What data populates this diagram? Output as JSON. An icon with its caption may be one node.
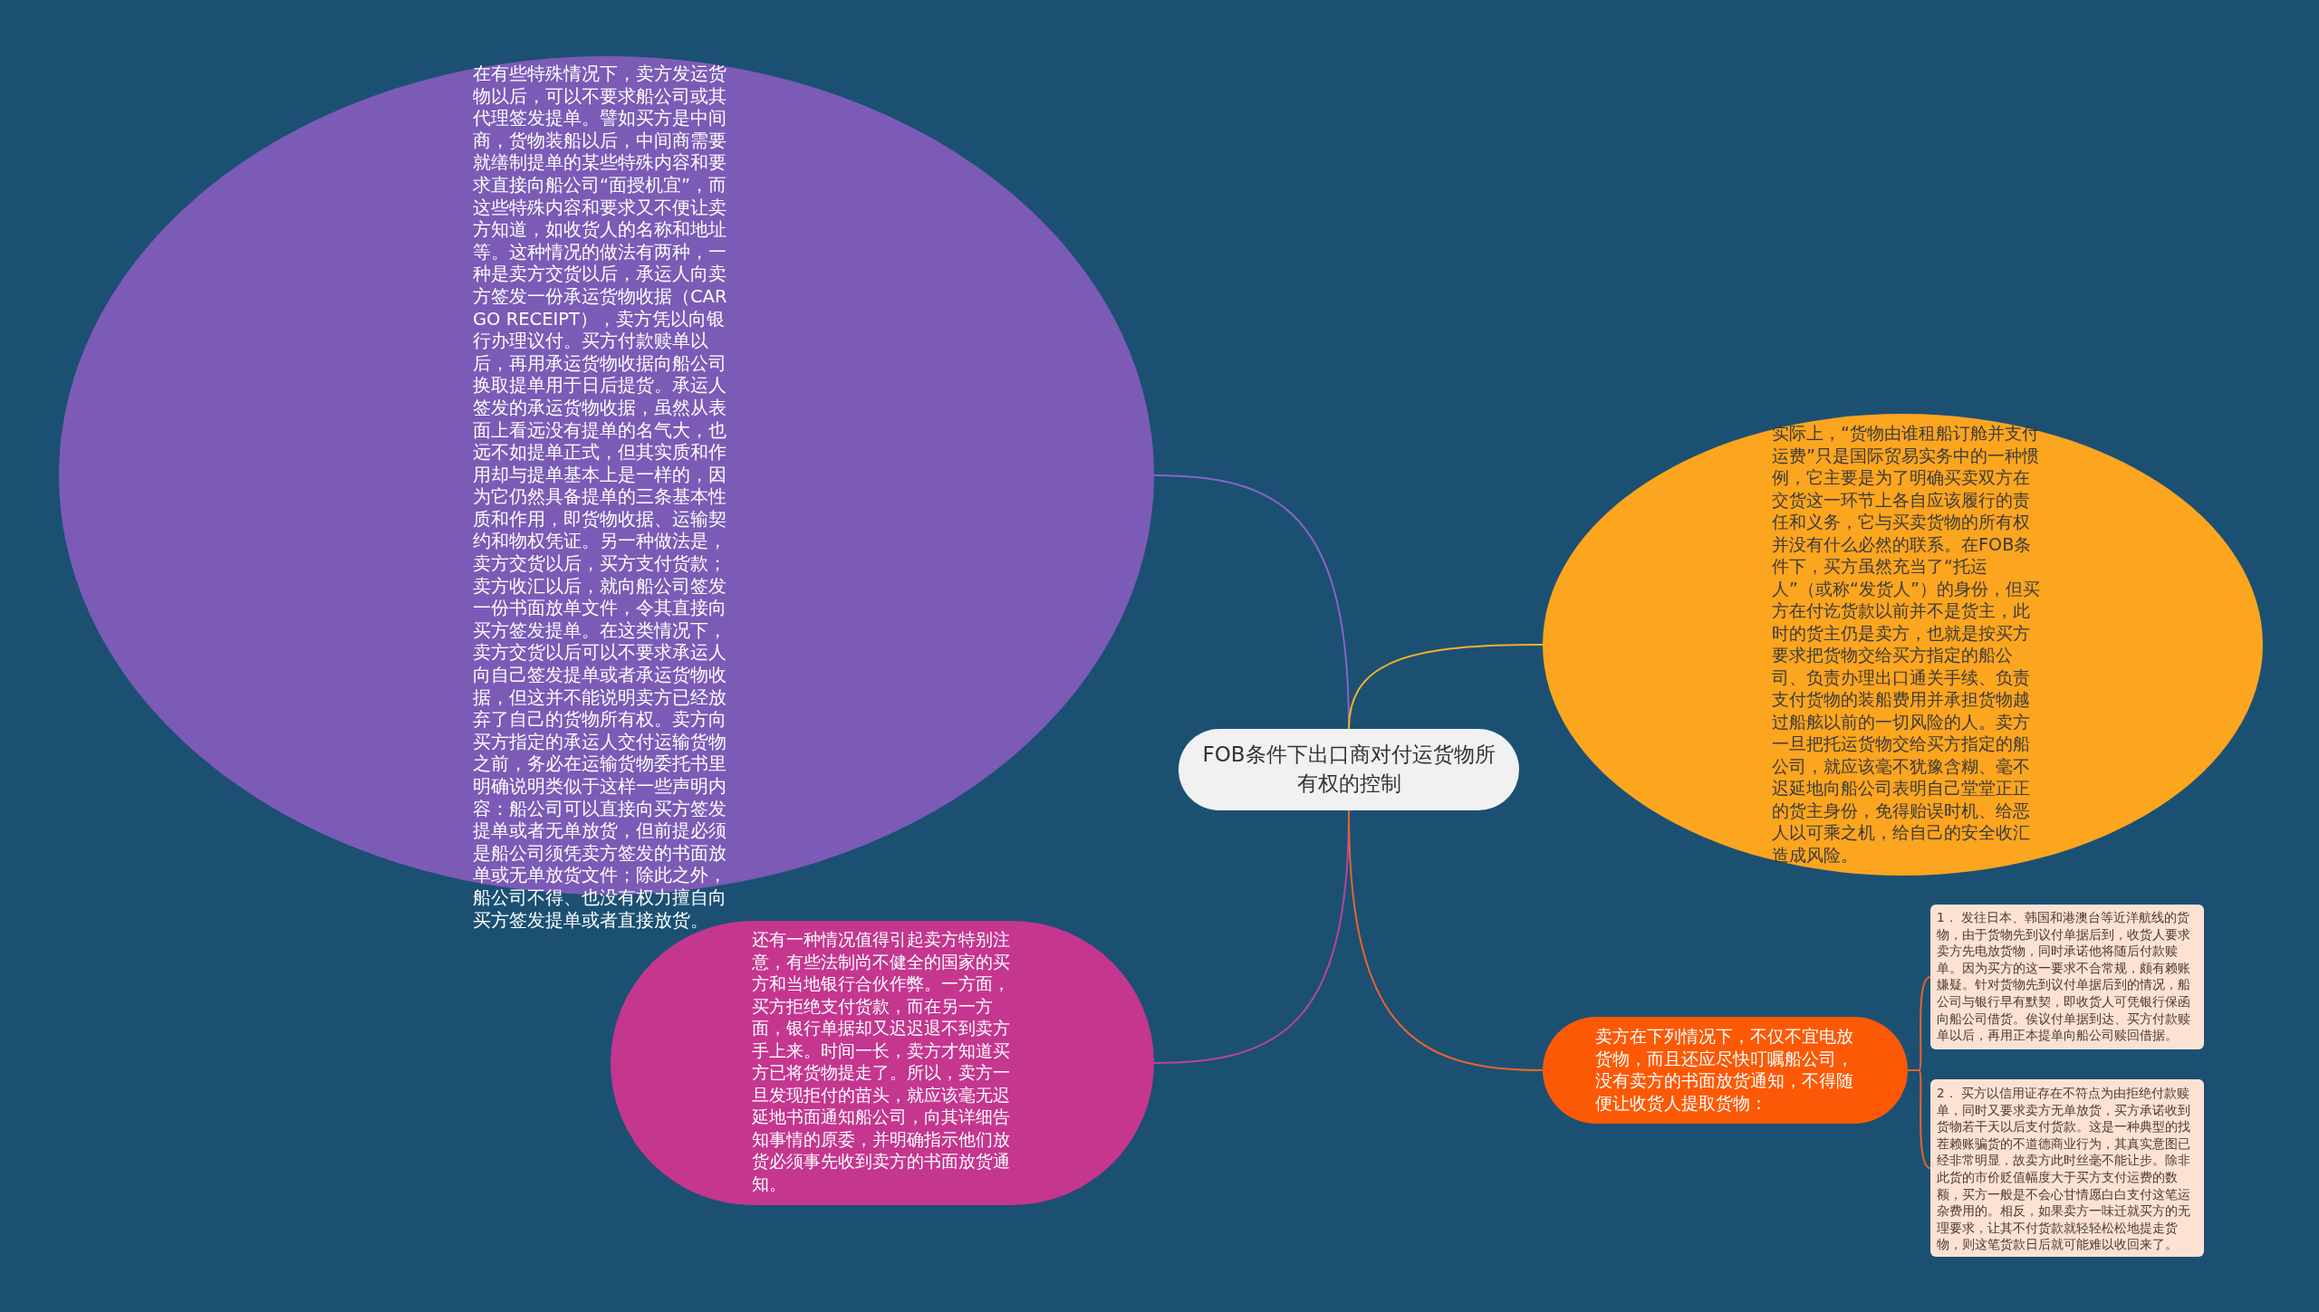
{
  "diagram": {
    "nodes": [
      {
        "text": [
          "FOB条件下出口商对付运货物所有权的控制"
        ]
      },
      {
        "text": [
          "在有些特殊情况下，卖方发运货物以后，可以不要求船公司或其代理签发提单。譬如买方是中间商，货物装船以后，中间商需要就缮制提单的某些特殊内容和要求直接向船公司“面授机宜”，而这些特殊内容和要求又不便让卖方知道，如收货人的名称和地址等。这种情况的做法有两种，一种是卖方交货以后，承运人向卖方签发一份承运货物收据（CARGO RECEIPT），卖方凭以向银行办理议付。买方付款赎单以后，再用承运货物收据向船公司换取提单用于日后提货。承运人签发的承运货物收据，虽然从表面上看远没有提单的名气大，也远不如提单正式，但其实质和作用却与提单基本上是一样的，因为它仍然具备提单的三条基本性质和作用，即货物收据、运输契约和物权凭证。另一种做法是，卖方交货以后，买方支付货款；卖方收汇以后，就向船公司签发一份书面放单文件，令其直接向买方签发提单。在这类情况下，卖方交货以后可以不要求承运人向自己签发提单或者承运货物收据，但这并不能说明卖方已经放弃了自己的货物所有权。卖方向买方指定的承运人交付运输货物之前，务必在运输货物委托书里明确说明类似于这样一些声明内容：船公司可以直接向买方签发提单或者无单放货，但前提必须是船公司须凭卖方签发的书面放单或无单放货文件；除此之外，船公司不得、也没有权力擅自向买方签发提单或者直接放货。"
        ]
      },
      {
        "text": [
          "实际上，“货物由谁租船订舱并支付运费”只是国际贸易实务中的一种惯例，它主要是为了明确买卖双方在交货这一环节上各自应该履行的责任和义务，它与买卖货物的所有权并没有什么必然的联系。在FOB条件下，买方虽然充当了“托运人”（或称“发货人”）的身份，但买方在付讫货款以前并不是货主，此时的货主仍是卖方，也就是按买方要求把货物交给买方指定的船公司、负责办理出口通关手续、负责支付货物的装船费用并承担货物越过船舷以前的一切风险的人。卖方一旦把托运货物交给买方指定的船公司，就应该毫不犹豫含糊、毫不迟延地向船公司表明自己堂堂正正的货主身份，免得贻误时机、给恶人以可乘之机，给自己的安全收汇造成风险。"
        ]
      },
      {
        "text": [
          "还有一种情况值得引起卖方特别注意，有些法制尚不健全的国家的买方和当地银行合伙作弊。一方面，买方拒绝支付货款，而在另一方面，银行单据却又迟迟退不到卖方手上来。时间一长，卖方才知道买方已将货物提走了。所以，卖方一旦发现拒付的苗头，就应该毫无迟延地书面通知船公司，向其详细告知事情的原委，并明确指示他们放货必须事先收到卖方的书面放货通知。"
        ]
      },
      {
        "text": [
          "卖方在下列情况下，不仅不宜电放货物，而且还应尽快叮嘱船公司，没有卖方的书面放货通知，不得随便让收货人提取货物："
        ]
      },
      {
        "text": [
          "1． 发往日本、韩国和港澳台等近洋航线的货物，由于货物先到议付单据后到，收货人要求卖方先电放货物，同时承诺他将随后付款赎单。因为买方的这一要求不合常规，颇有赖账嫌疑。针对货物先到议付单据后到的情况，船公司与银行早有默契，即收货人可凭银行保函向船公司借货。俟议付单据到达、买方付款赎单以后，再用正本提单向船公司赎回借据。"
        ]
      },
      {
        "text": [
          "2． 买方以信用证存在不符点为由拒绝付款赎单，同时又要求卖方无单放货，买方承诺收到货物若干天以后支付货款。这是一种典型的找茬赖账骗货的不道德商业行为，其真实意图已经非常明显，故卖方此时丝毫不能让步。除非此货的市价贬值幅度大于买方支付运费的数额，买方一般是不会心甘情愿白白支付这笔运杂费用的。相反，如果卖方一味迁就买方的无理要求，让其不付货款就轻轻松松地提走货物，则这笔货款日后就可能难以收回来了。"
        ]
      }
    ],
    "edges": [
      {
        "from": 0,
        "to": 1,
        "arrow": "none",
        "color": "#8a63c4"
      },
      {
        "from": 0,
        "to": 2,
        "arrow": "none",
        "color": "#f2b226"
      },
      {
        "from": 0,
        "to": 3,
        "arrow": "none",
        "color": "#b8449e"
      },
      {
        "from": 0,
        "to": 4,
        "arrow": "none",
        "color": "#e8642a"
      },
      {
        "from": 4,
        "to": 5,
        "arrow": "none",
        "color": "#e8642a"
      },
      {
        "from": 4,
        "to": 6,
        "arrow": "none",
        "color": "#e8642a"
      }
    ]
  }
}
